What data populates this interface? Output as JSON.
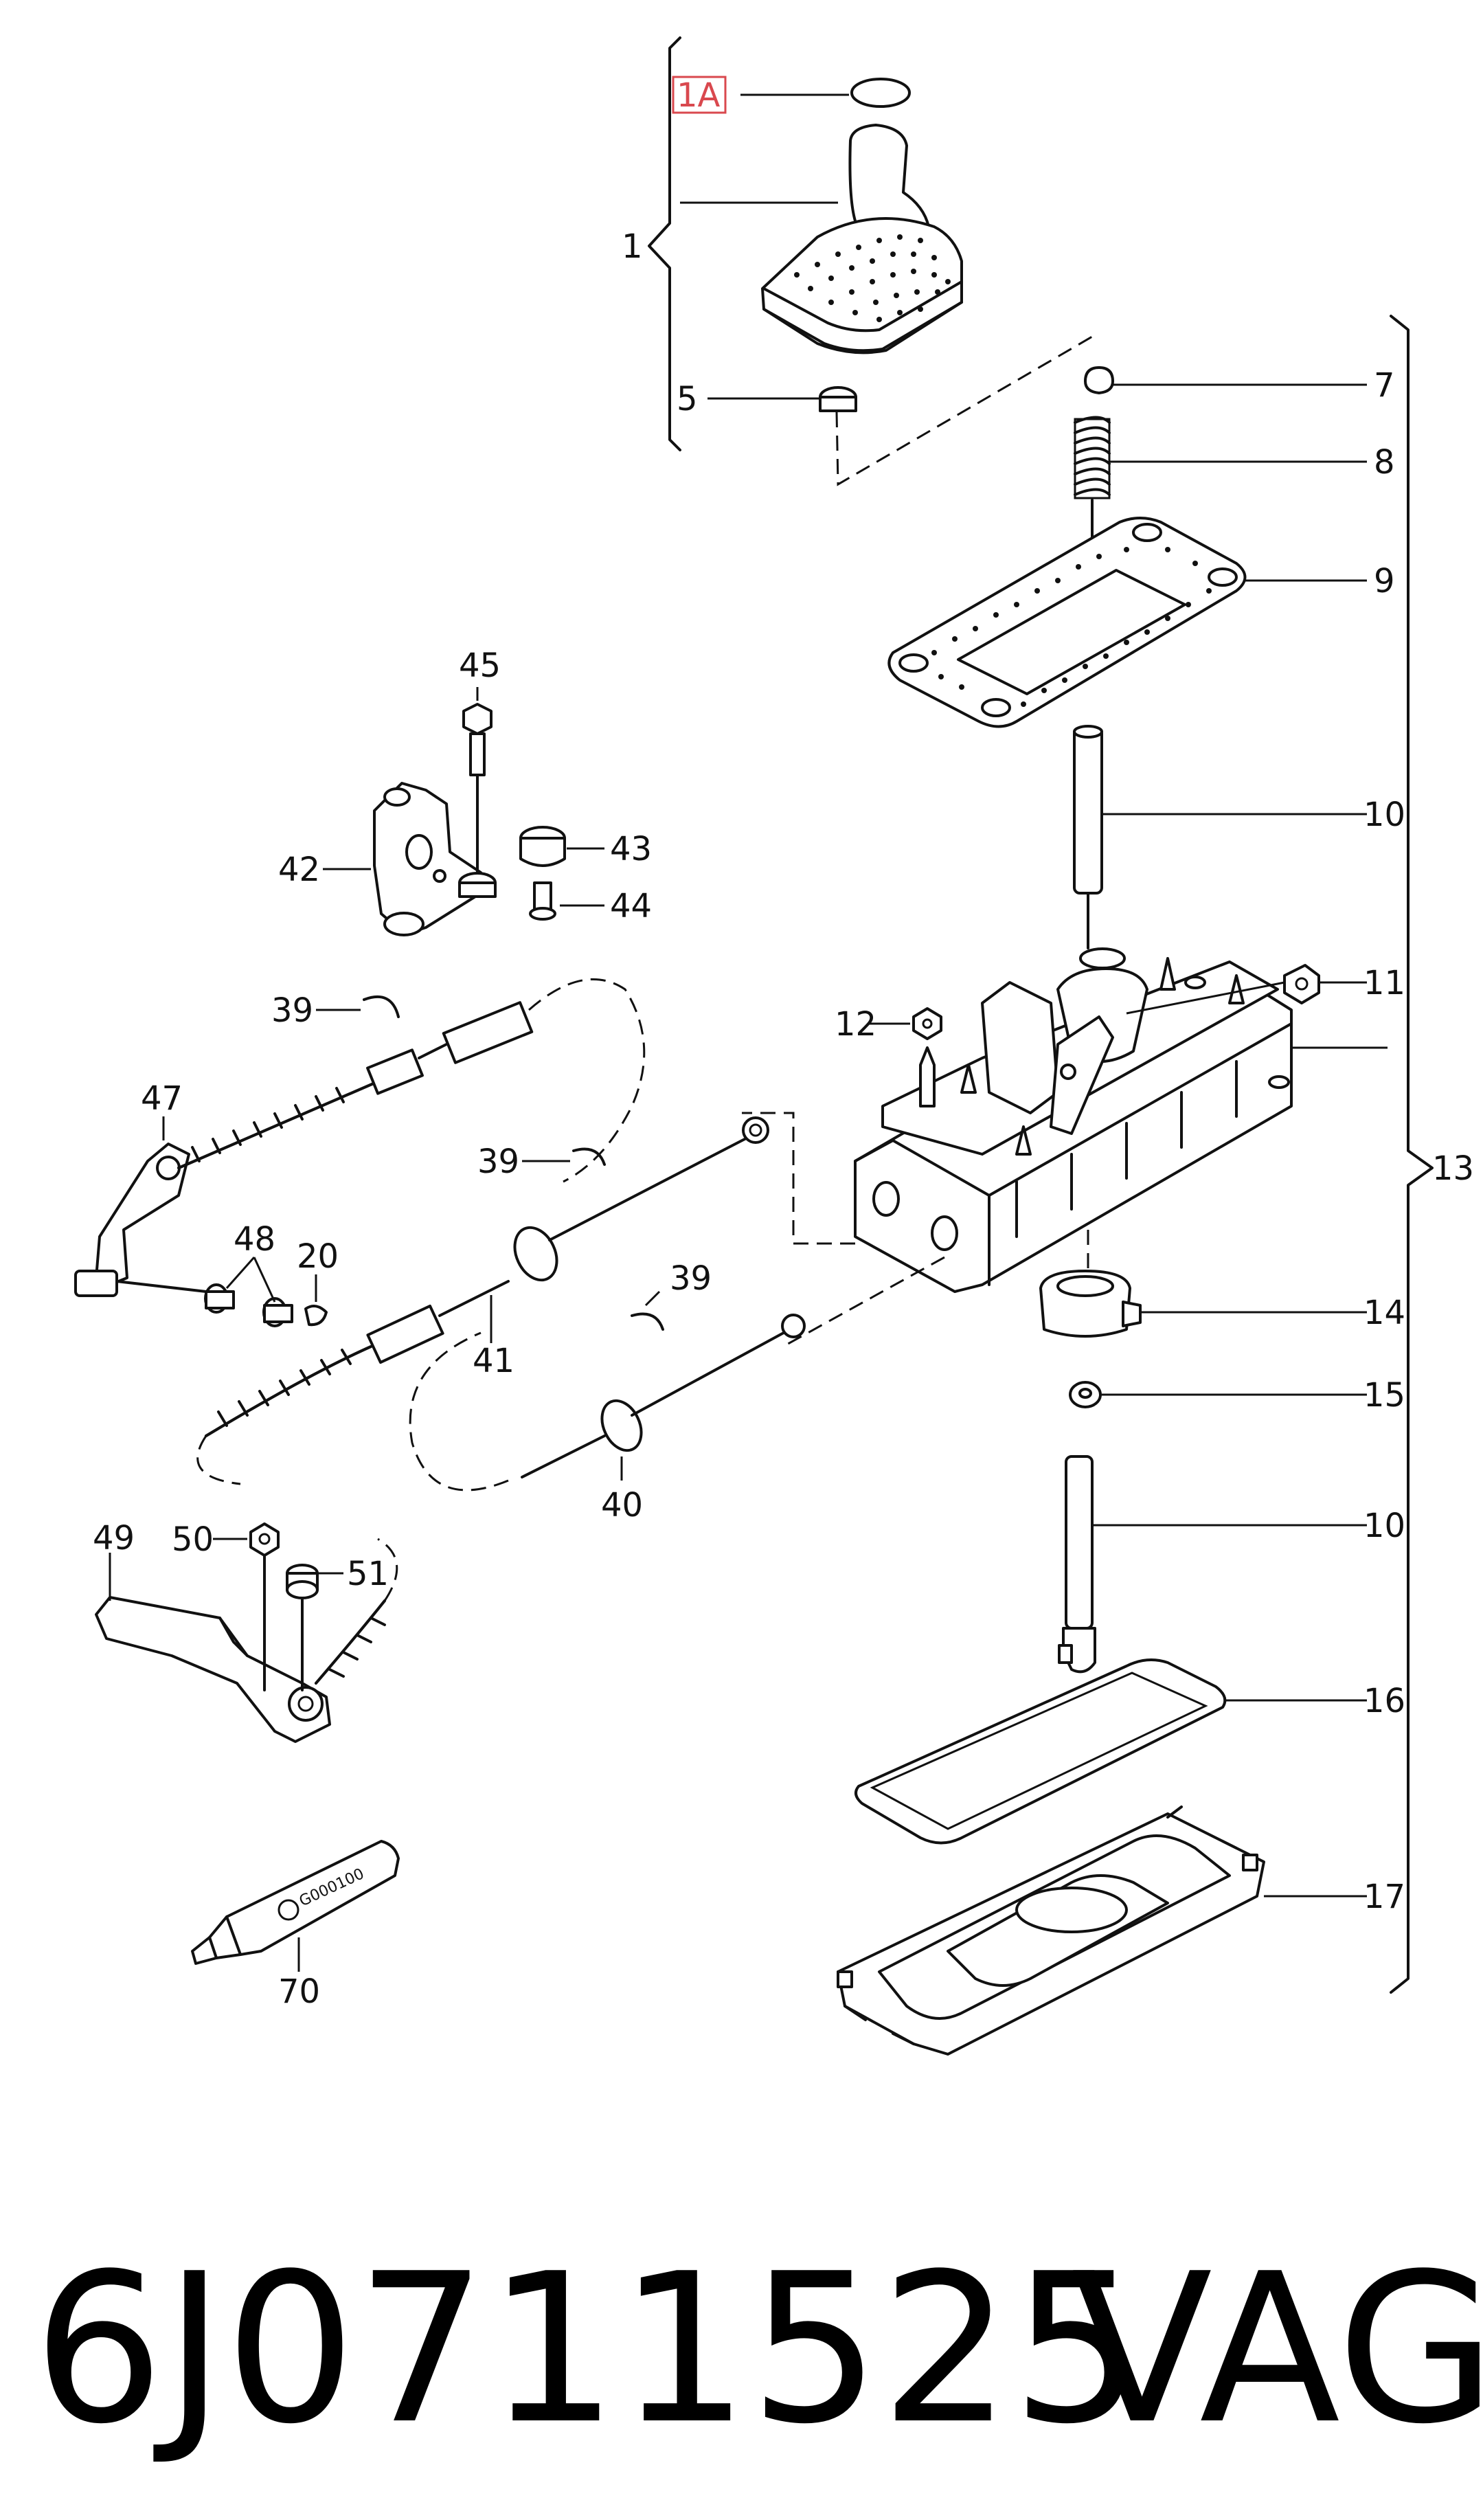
{
  "diagram": {
    "callouts": {
      "c1A": "1A",
      "c1": "1",
      "c5": "5",
      "c7": "7",
      "c8": "8",
      "c9": "9",
      "c10a": "10",
      "c10b": "10",
      "c11": "11",
      "c12": "12",
      "c13": "13",
      "c14": "14",
      "c15": "15",
      "c16": "16",
      "c17": "17",
      "c20": "20",
      "c39a": "39",
      "c39b": "39",
      "c39c": "39",
      "c40": "40",
      "c41": "41",
      "c42": "42",
      "c43": "43",
      "c44": "44",
      "c45": "45",
      "c47": "47",
      "c48": "48",
      "c49": "49",
      "c50": "50",
      "c51": "51",
      "c70": "70"
    },
    "tube_text": "G000100",
    "highlight_color": "#d9484e"
  },
  "footer": {
    "part_number": "6J0711525",
    "brand": "VAG"
  }
}
